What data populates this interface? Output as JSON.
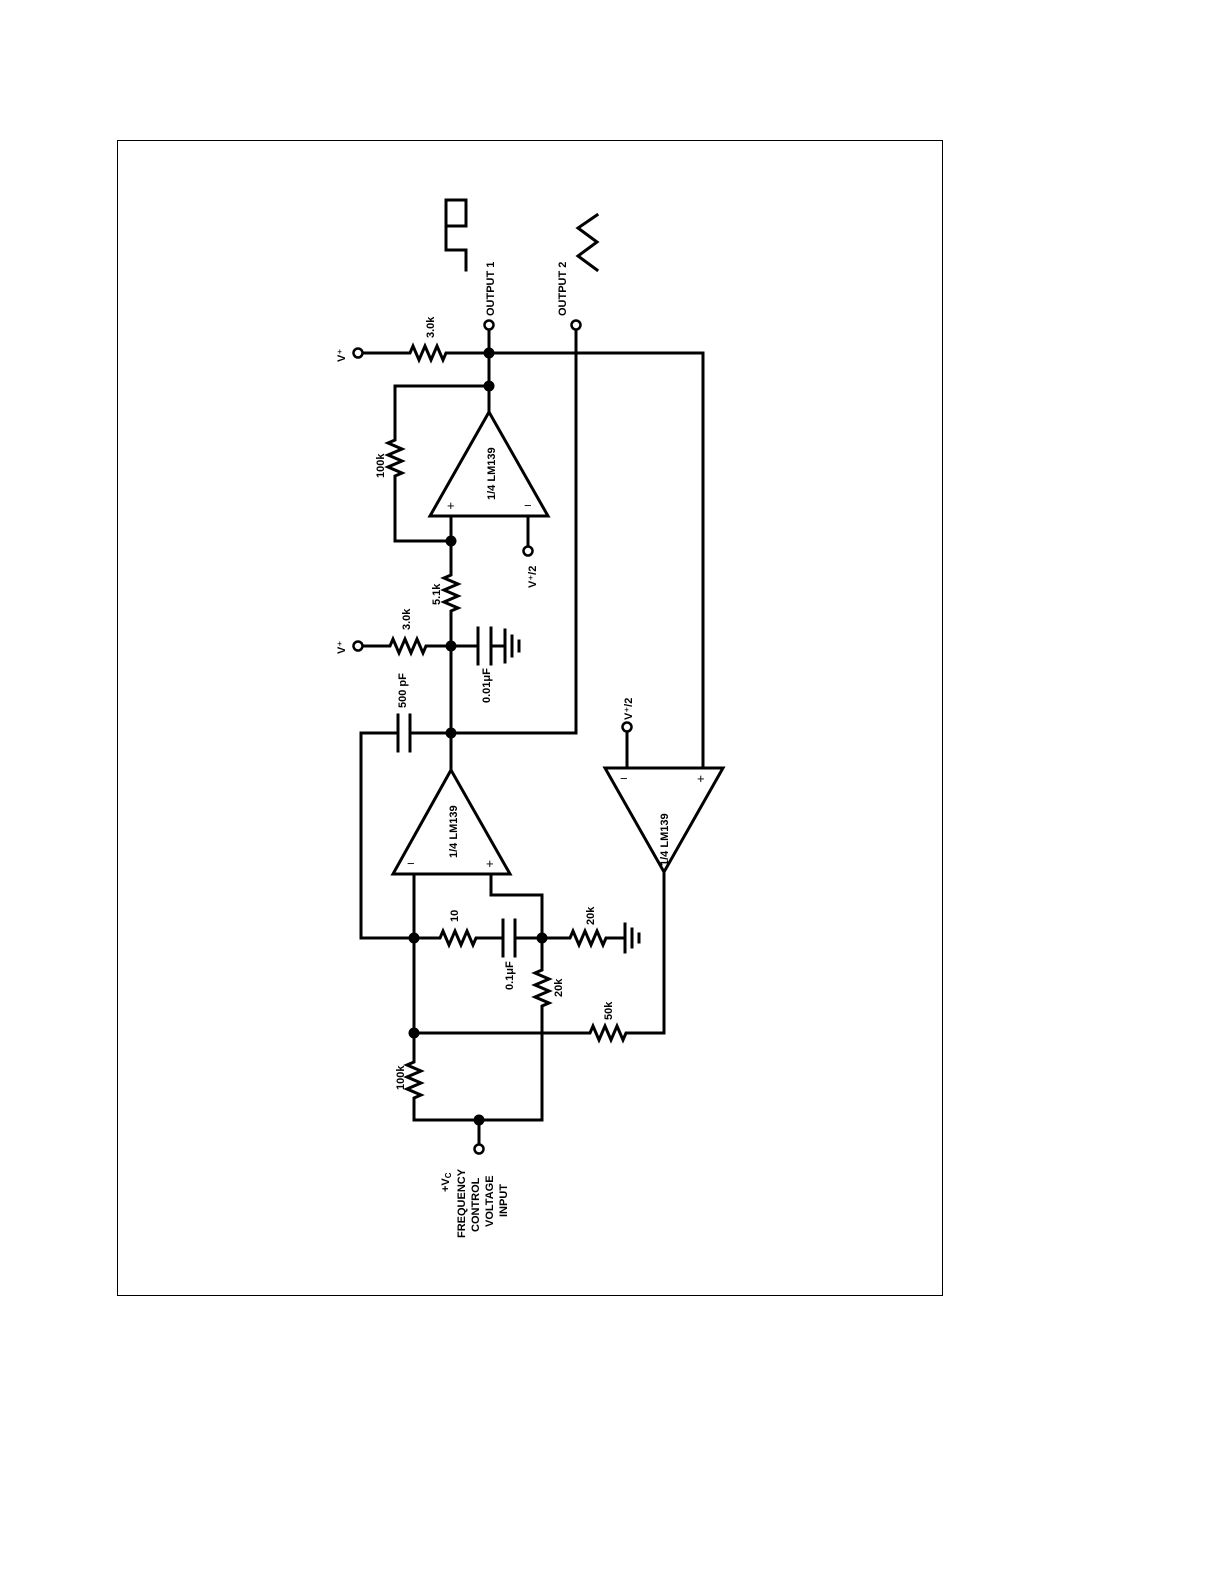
{
  "labels": {
    "v_plus": "V⁺",
    "v_plus_half": "V⁺/2",
    "r_3k_top": "3.0k",
    "r_3k_mid": "3.0k",
    "r_100k_fb": "100k",
    "r_5k1": "5.1k",
    "c_001uf": "0.01μF",
    "c_500pf": "500 pF",
    "r_10": "10",
    "c_01uf": "0.1μF",
    "r_20k_a": "20k",
    "r_20k_b": "20k",
    "r_50k": "50k",
    "r_100k_in": "100k",
    "output1": "OUTPUT 1",
    "output2": "OUTPUT 2",
    "comparator": "1/4 LM139",
    "plus": "+",
    "minus": "−",
    "vc": "+V",
    "vc_sub": "C",
    "input_line1": "FREQUENCY",
    "input_line2": "CONTROL",
    "input_line3": "VOLTAGE",
    "input_line4": "INPUT"
  }
}
